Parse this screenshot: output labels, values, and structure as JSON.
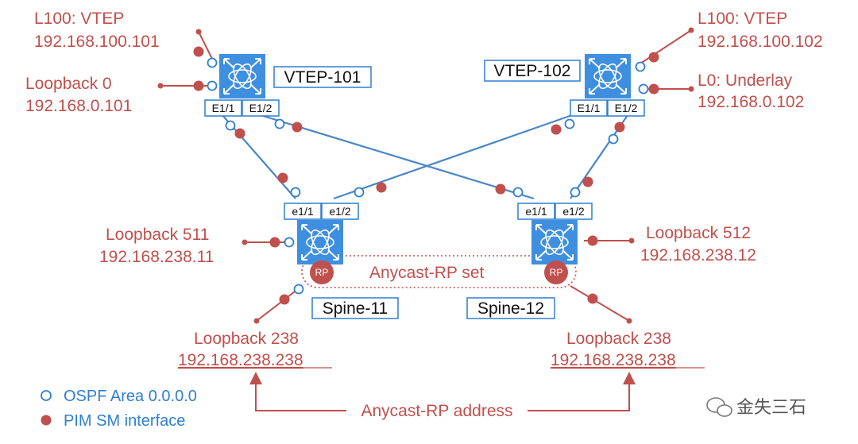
{
  "devices": {
    "vtep101": {
      "name": "VTEP-101",
      "ports": [
        "E1/1",
        "E1/2"
      ]
    },
    "vtep102": {
      "name": "VTEP-102",
      "ports": [
        "E1/1",
        "E1/2"
      ]
    },
    "spine11": {
      "name": "Spine-11",
      "ports": [
        "e1/1",
        "e1/2"
      ],
      "rp": "RP"
    },
    "spine12": {
      "name": "Spine-12",
      "ports": [
        "e1/1",
        "e1/2"
      ],
      "rp": "RP"
    }
  },
  "labels": {
    "vtep101_l100": "L100: VTEP",
    "vtep101_l100_ip": "192.168.100.101",
    "vtep101_lo0": "Loopback 0",
    "vtep101_lo0_ip": "192.168.0.101",
    "vtep102_l100": "L100: VTEP",
    "vtep102_l100_ip": "192.168.100.102",
    "vtep102_l0": "L0: Underlay",
    "vtep102_l0_ip": "192.168.0.102",
    "spine11_lo511": "Loopback 511",
    "spine11_lo511_ip": "192.168.238.11",
    "spine12_lo512": "Loopback 512",
    "spine12_lo512_ip": "192.168.238.12",
    "spine11_lo238": "Loopback 238",
    "spine11_lo238_ip": "192.168.238.238",
    "spine12_lo238": "Loopback 238",
    "spine12_lo238_ip": "192.168.238.238",
    "anycast_set": "Anycast-RP set",
    "anycast_address": "Anycast-RP address"
  },
  "legend": {
    "ospf": "OSPF Area 0.0.0.0",
    "pim": "PIM SM interface"
  },
  "watermark": "金失三石",
  "colors": {
    "link": "#4a86c8",
    "pim": "#c0504d",
    "switch_fill": "#3f8fe0",
    "box_border": "#2f7fd0"
  }
}
